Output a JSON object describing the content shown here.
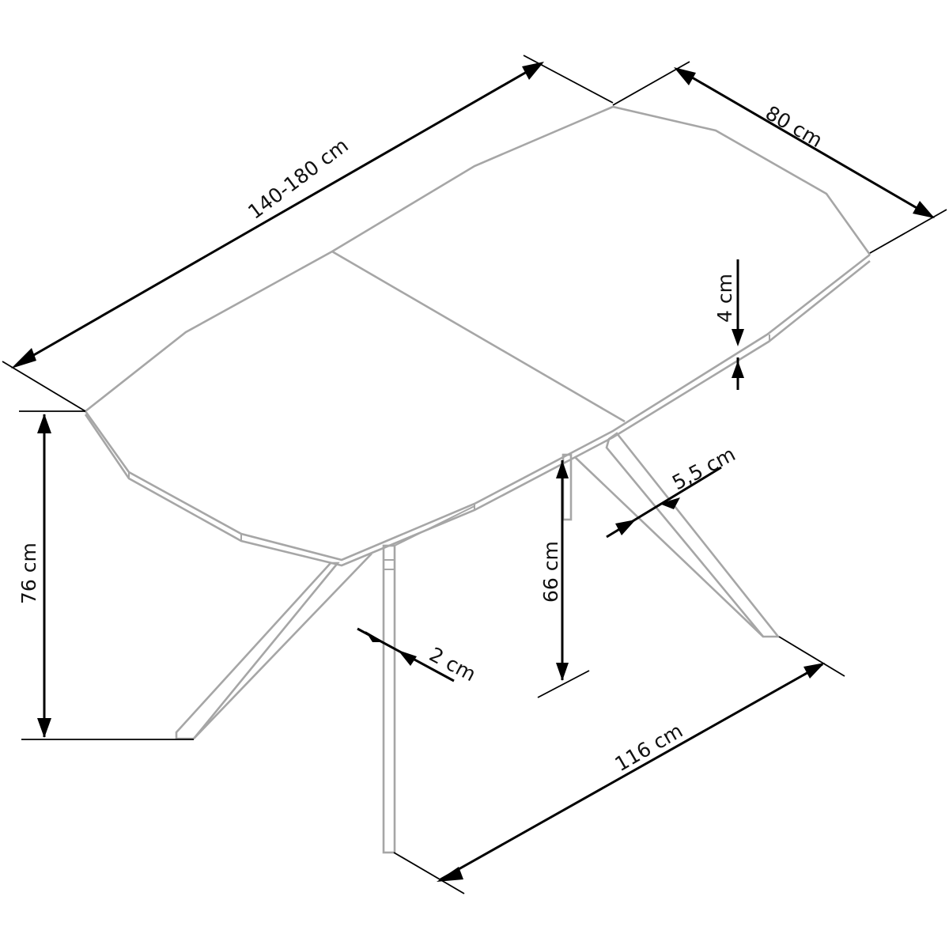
{
  "drawing": {
    "subject": "Extendable dining table dimension drawing",
    "colors": {
      "background": "#ffffff",
      "object_lines": "#a6a6a6",
      "dimension_lines": "#000000",
      "text": "#111111"
    },
    "dimensions": {
      "length": {
        "label": "140-180 cm"
      },
      "width": {
        "label": "80 cm"
      },
      "top_thickness": {
        "label": "4 cm"
      },
      "total_height": {
        "label": "76 cm"
      },
      "clearance_height": {
        "label": "66 cm"
      },
      "leg_width": {
        "label": "5,5 cm"
      },
      "leg_thickness": {
        "label": "2 cm"
      },
      "leg_span": {
        "label": "116 cm"
      }
    }
  }
}
